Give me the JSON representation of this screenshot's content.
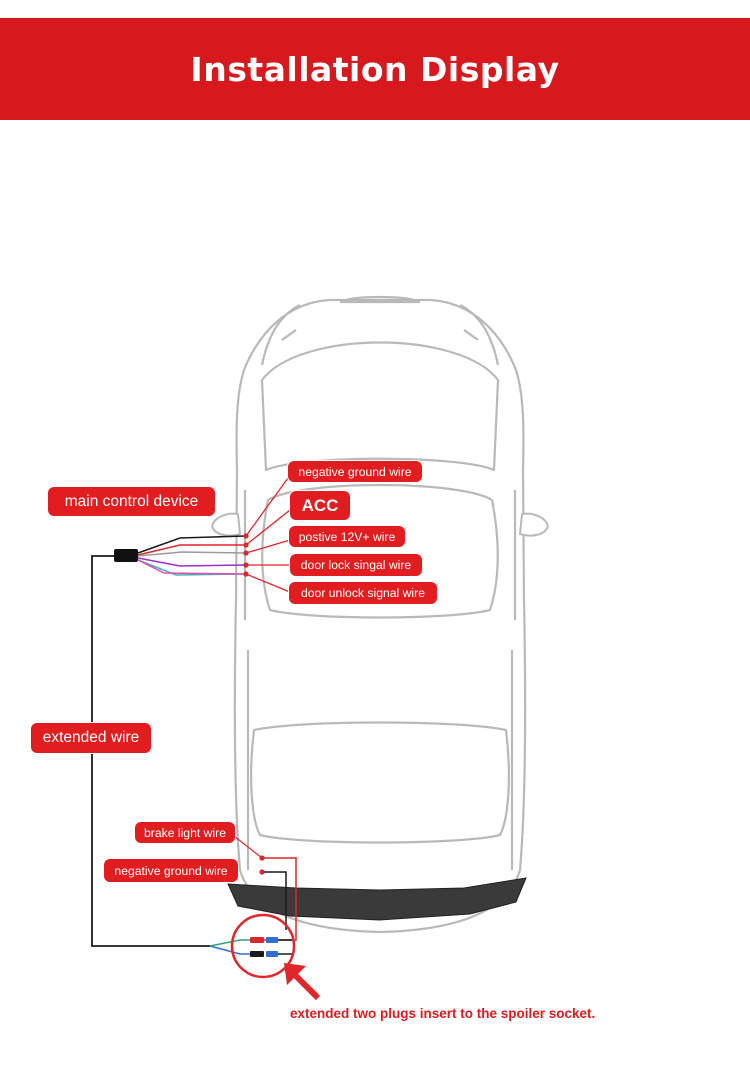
{
  "header": {
    "title": "Installation Display"
  },
  "labels": {
    "main_control_device": "main control device",
    "negative_ground_wire_top": "negative ground wire",
    "acc": "ACC",
    "positive_12v_wire": "postive 12V+ wire",
    "door_lock_signal_wire": "door lock singal wire",
    "door_unlock_signal_wire": "door unlock signal wire",
    "extended_wire": "extended wire",
    "brake_light_wire": "brake light wire",
    "negative_ground_wire_bottom": "negative ground wire"
  },
  "caption": "extended two plugs insert to the spoiler socket.",
  "colors": {
    "brand_red": "#d7181c",
    "label_red": "#e21d1f",
    "wire_black": "#1a1a1a",
    "wire_red": "#e0262a",
    "wire_gray": "#9a9a9a",
    "wire_purple": "#9b2fc9",
    "wire_teal": "#3fb6b0",
    "wire_pink": "#e04bb8",
    "wire_green": "#2aa877",
    "wire_blue": "#2f6fd6",
    "car_outline": "#b9b9b9",
    "spoiler": "#3a3a3a"
  }
}
